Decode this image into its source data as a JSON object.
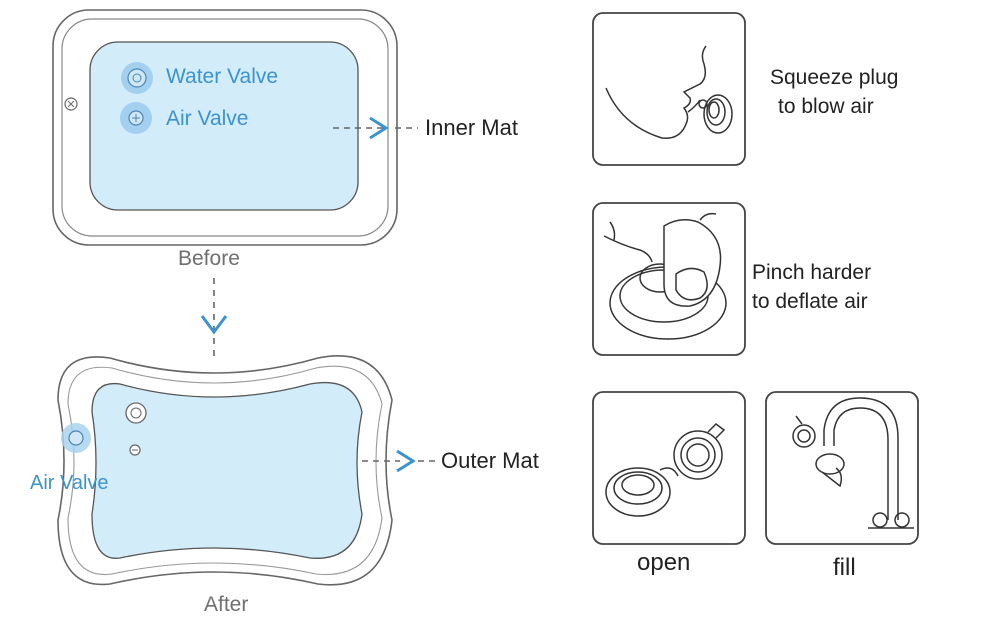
{
  "before": {
    "caption": "Before",
    "water_valve_label": "Water Valve",
    "air_valve_label": "Air Valve",
    "inner_mat_label": "Inner Mat"
  },
  "after": {
    "caption": "After",
    "air_valve_label": "Air Valve",
    "outer_mat_label": "Outer Mat"
  },
  "steps": {
    "squeeze": {
      "line1": "Squeeze plug",
      "line2": "to blow air"
    },
    "pinch": {
      "line1": "Pinch harder",
      "line2": "to deflate air"
    },
    "open": {
      "label": "open"
    },
    "fill": {
      "label": "fill"
    }
  },
  "colors": {
    "accent": "#3b93cf",
    "water_fill": "#d2ecfa",
    "valve_fill": "#a9d3ef"
  }
}
